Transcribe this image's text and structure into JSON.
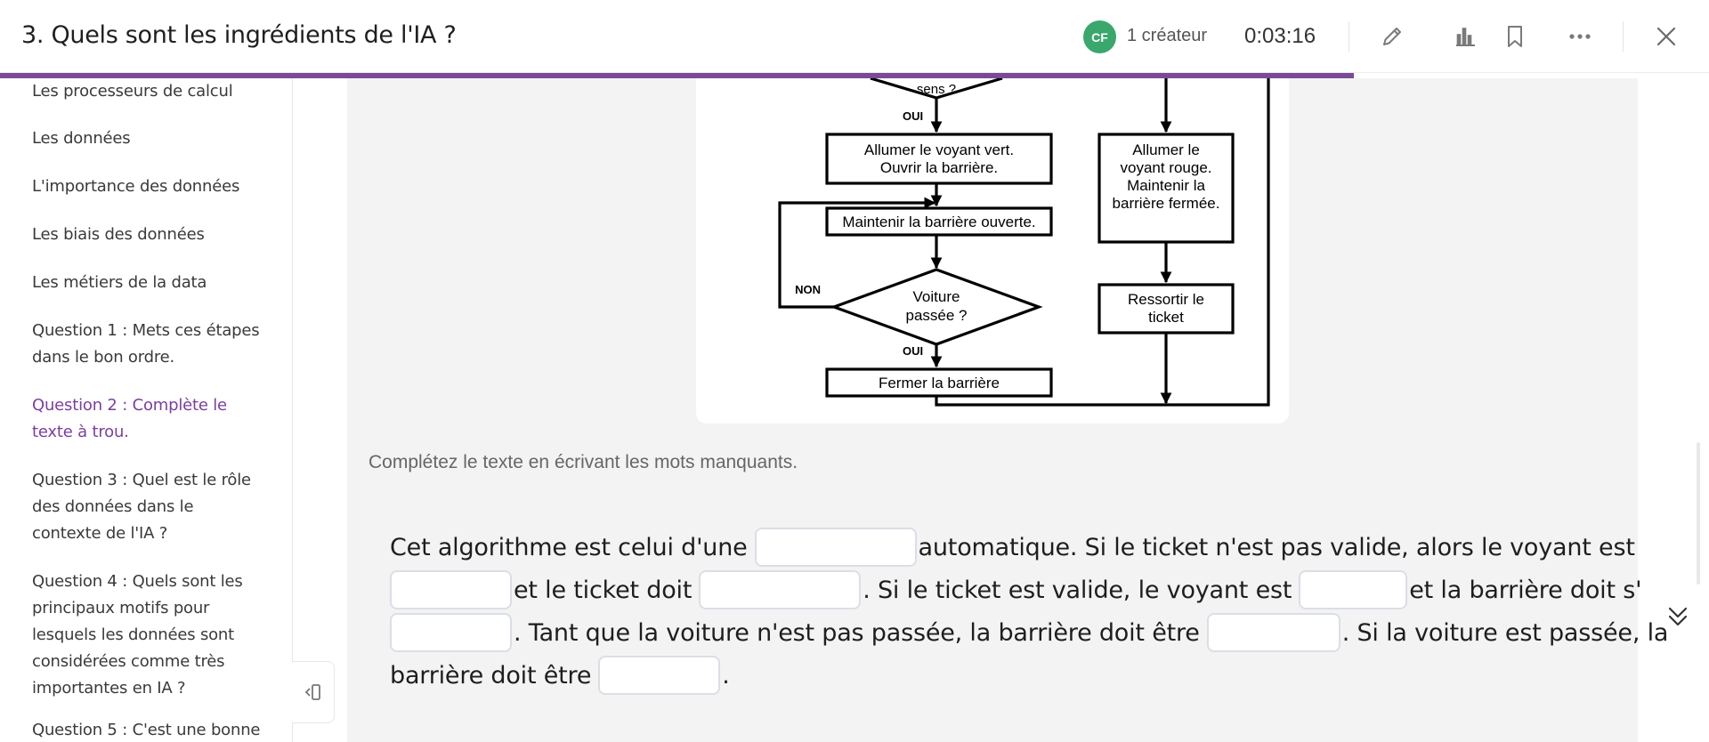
{
  "header": {
    "title": "3. Quels sont les ingrédients de l'IA ?",
    "avatar_initials": "CF",
    "avatar_color": "#3aa76d",
    "creator_label": "1 créateur",
    "timer": "0:03:16",
    "accent_color": "#7a4a98",
    "icons": [
      "pencil-icon",
      "bar-chart-icon",
      "bookmark-icon",
      "more-icon",
      "close-icon"
    ]
  },
  "sidebar": {
    "items": [
      {
        "label": "Les processeurs de calcul",
        "active": false
      },
      {
        "label": "Les données",
        "active": false
      },
      {
        "label": "L'importance des données",
        "active": false
      },
      {
        "label": "Les biais des données",
        "active": false
      },
      {
        "label": "Les métiers de la data",
        "active": false
      },
      {
        "label": "Question 1 : Mets ces étapes dans le bon ordre.",
        "active": false
      },
      {
        "label": "Question 2 : Complète le texte à trou.",
        "active": true
      },
      {
        "label": "Question 3 : Quel est le rôle des données dans le contexte de l'IA ?",
        "active": false
      },
      {
        "label": "Question 4 : Quels sont les principaux motifs pour lesquels les données sont considérées comme très importantes en IA ?",
        "active": false
      },
      {
        "label": "Question 5 : C'est une bonne",
        "active": false
      }
    ]
  },
  "flowchart": {
    "top_fragment": "sens ?",
    "oui_1": "OUI",
    "box_green": [
      "Allumer le voyant vert.",
      "Ouvrir la barrière."
    ],
    "box_red": [
      "Allumer le",
      "voyant rouge.",
      "Maintenir la",
      "barrière fermée."
    ],
    "box_keep": "Maintenir la barrière ouverte.",
    "non": "NON",
    "diamond": [
      "Voiture",
      "passée ?"
    ],
    "box_ticket": [
      "Ressortir le",
      "ticket"
    ],
    "oui_2": "OUI",
    "box_close": "Fermer la barrière"
  },
  "exercise": {
    "instruction": "Complétez le texte en écrivant les mots manquants.",
    "segments": {
      "s1": "Cet algorithme est celui d'une",
      "s2": "automatique. Si le ticket n'est pas valide, alors le voyant est",
      "s3": "et le ticket doit",
      "s4": ". Si le ticket est valide, le voyant est",
      "s5": "et la barrière doit s'",
      "s6": ". Tant que la voiture n'est pas passée, la barrière doit être",
      "s7": ". Si la voiture est passée, la",
      "s8": "barrière doit être",
      "s9": "."
    },
    "blanks": [
      "",
      "",
      "",
      "",
      "",
      "",
      ""
    ]
  }
}
